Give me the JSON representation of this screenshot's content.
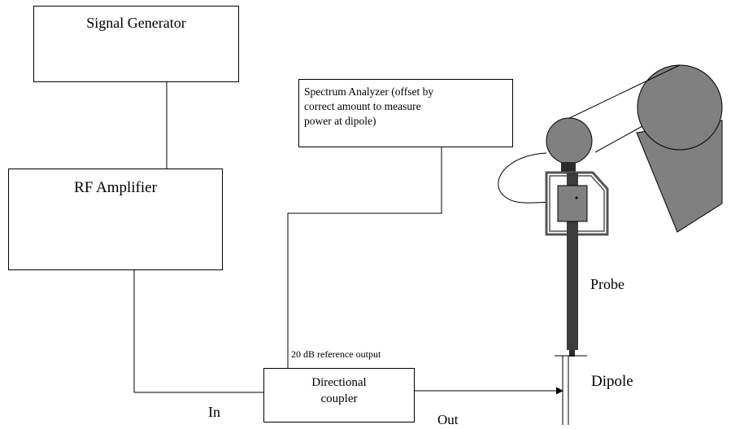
{
  "signal_generator": {
    "label": "Signal Generator"
  },
  "rf_amplifier": {
    "label": "RF Amplifier"
  },
  "spectrum_analyzer": {
    "lines": [
      "Spectrum Analyzer (offset by",
      "correct amount to measure",
      "power at dipole)"
    ]
  },
  "directional_coupler": {
    "lines": [
      "Directional",
      "coupler"
    ]
  },
  "labels": {
    "reference_output": "20 dB reference output",
    "in": "In",
    "out": "Out",
    "probe": "Probe",
    "dipole": "Dipole"
  },
  "colors": {
    "line": "#000000",
    "robot_fill": "#808080",
    "probe_dark": "#2b2b2b",
    "probe_body": "#3c3c3c"
  }
}
